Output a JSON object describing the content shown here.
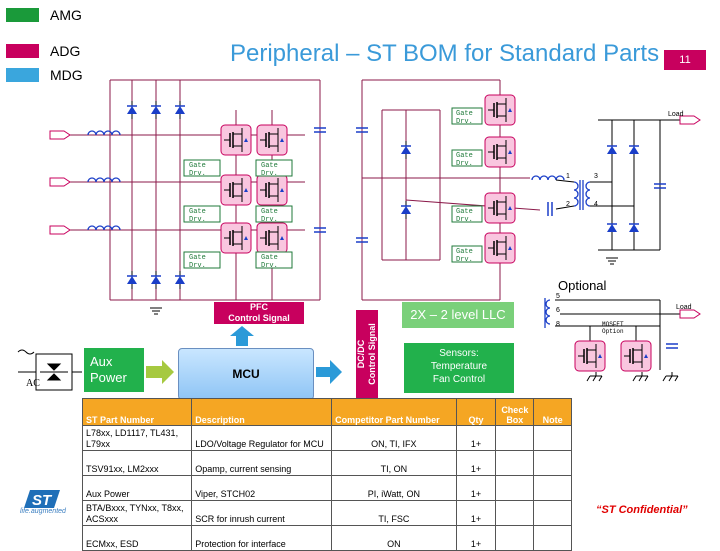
{
  "legend": [
    {
      "label": "AMG",
      "color": "#1a9a3a"
    },
    {
      "label": "ADG",
      "color": "#c8005e"
    },
    {
      "label": "MDG",
      "color": "#3aa6dd"
    }
  ],
  "title": "Peripheral – ST BOM for Standard Parts",
  "page_number": "11",
  "gate_drv_label": "Gate\nDrv.",
  "load_labels": [
    "Load",
    "Load"
  ],
  "transformer_pins": [
    "1",
    "2",
    "3",
    "4"
  ],
  "optional": {
    "label": "Optional",
    "pins": [
      "5",
      "6",
      "8"
    ],
    "mosfet_option": "MOSFET\nOption"
  },
  "pfc_label": "PFC\nControl Signal",
  "llc_label": "2X – 2 level LLC",
  "dcdc_label": "DC/DC\nControl Signal",
  "sensors_label": "Sensors:\nTemperature\nFan Control",
  "aux_power_label": "Aux\nPower",
  "mcu_label": "MCU",
  "ac_label": "AC",
  "bom": {
    "headers": [
      "ST Part Number",
      "Description",
      "Competitor Part Number",
      "Qty",
      "Check Box",
      "Note"
    ],
    "rows": [
      [
        "L78xx, LD1117, TL431, L79xx",
        "LDO/Voltage Regulator for MCU",
        "ON, TI, IFX",
        "1+",
        "",
        ""
      ],
      [
        "TSV91xx, LM2xxx",
        "Opamp, current sensing",
        "TI, ON",
        "1+",
        "",
        ""
      ],
      [
        "Aux Power",
        "Viper, STCH02",
        "PI, iWatt, ON",
        "1+",
        "",
        ""
      ],
      [
        "BTA/Bxxx, TYNxx, T8xx, ACSxxx",
        "SCR for inrush current",
        "TI, FSC",
        "1+",
        "",
        ""
      ],
      [
        "ECMxx, ESD",
        "Protection for interface",
        "ON",
        "1+",
        "",
        ""
      ]
    ]
  },
  "confidential": "“ST Confidential”",
  "st_tagline": "life.augmented",
  "colors": {
    "title": "#3a9ad9",
    "magenta": "#c8005e",
    "green": "#22b14c",
    "orange": "#f5a623",
    "blue_arrow": "#2b9ad8"
  }
}
